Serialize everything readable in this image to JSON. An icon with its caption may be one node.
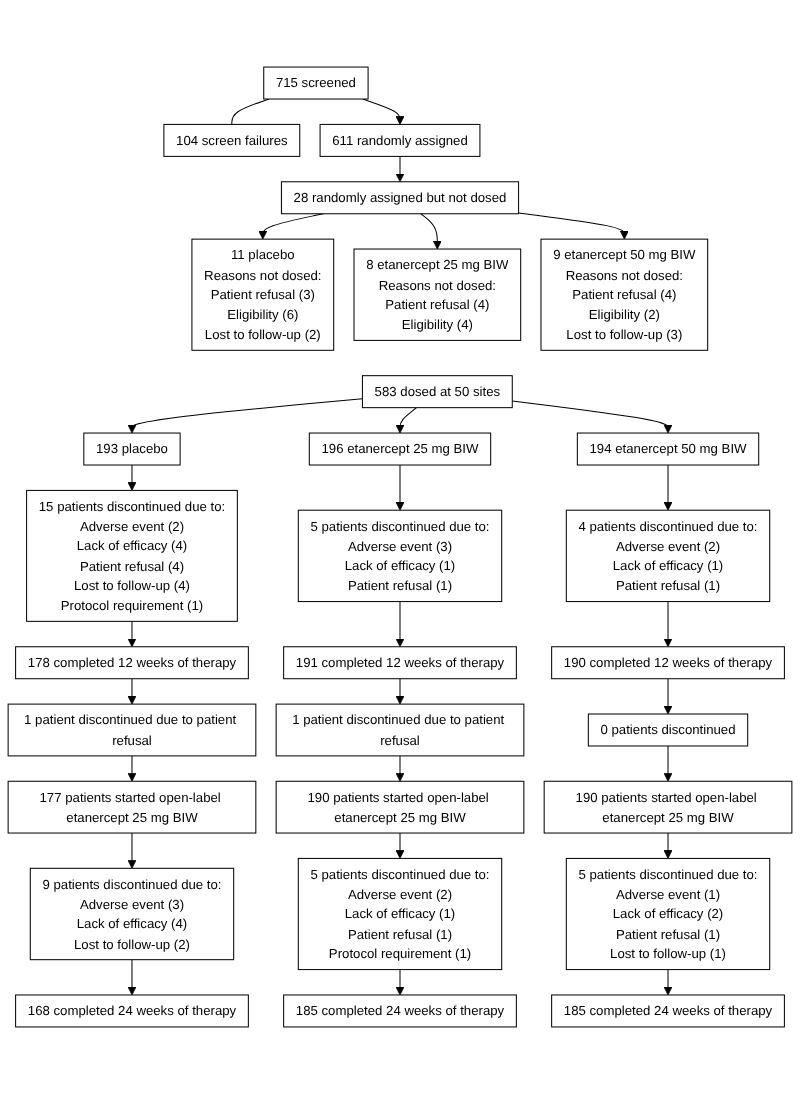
{
  "diagram": {
    "nodes": [
      {
        "text": [
          "715 screened"
        ]
      },
      {
        "text": [
          "104 screen failures"
        ]
      },
      {
        "text": [
          "611 randomly assigned"
        ]
      },
      {
        "text": [
          "28 randomly assigned but not dosed"
        ]
      },
      {
        "text": [
          "11 placebo",
          "Reasons not dosed:",
          "Patient refusal (3)",
          "Eligibility (6)",
          "Lost to follow-up (2)"
        ]
      },
      {
        "text": [
          "8 etanercept 25 mg BIW",
          "Reasons not dosed:",
          "Patient refusal (4)",
          "Eligibility (4)"
        ]
      },
      {
        "text": [
          "9 etanercept 50 mg BIW",
          "Reasons not dosed:",
          "Patient refusal (4)",
          "Eligibility (2)",
          "Lost to follow-up (3)"
        ]
      },
      {
        "text": [
          "583 dosed at 50 sites"
        ]
      },
      {
        "text": [
          "193 placebo"
        ]
      },
      {
        "text": [
          "196 etanercept 25 mg BIW"
        ]
      },
      {
        "text": [
          "194 etanercept 50 mg BIW"
        ]
      },
      {
        "text": [
          "15 patients discontinued due to:",
          "Adverse event (2)",
          "Lack of efficacy (4)",
          "Patient refusal (4)",
          "Lost to follow-up (4)",
          "Protocol requirement (1)"
        ]
      },
      {
        "text": [
          "5 patients discontinued due to:",
          "Adverse event (3)",
          "Lack of efficacy (1)",
          "Patient refusal (1)"
        ]
      },
      {
        "text": [
          "4 patients discontinued due to:",
          "Adverse event (2)",
          "Lack of efficacy (1)",
          "Patient refusal (1)"
        ]
      },
      {
        "text": [
          "178 completed 12 weeks of therapy"
        ]
      },
      {
        "text": [
          "191 completed 12 weeks of therapy"
        ]
      },
      {
        "text": [
          "190 completed 12 weeks of therapy"
        ]
      },
      {
        "text": [
          "1 patient discontinued due to patient refusal"
        ]
      },
      {
        "text": [
          "1 patient discontinued due to patient refusal"
        ]
      },
      {
        "text": [
          "0 patients discontinued"
        ]
      },
      {
        "text": [
          "177 patients started open-label etanercept 25 mg BIW"
        ]
      },
      {
        "text": [
          "190 patients started open-label etanercept 25 mg BIW"
        ]
      },
      {
        "text": [
          "190 patients started open-label etanercept 25 mg BIW"
        ]
      },
      {
        "text": [
          "9 patients discontinued due to:",
          "Adverse event (3)",
          "Lack of efficacy (4)",
          "Lost to follow-up (2)"
        ]
      },
      {
        "text": [
          "5 patients discontinued due to:",
          "Adverse event (2)",
          "Lack of efficacy (1)",
          "Patient refusal (1)",
          "Protocol requirement (1)"
        ]
      },
      {
        "text": [
          "5 patients discontinued due to:",
          "Adverse event (1)",
          "Lack of efficacy (2)",
          "Patient refusal (1)",
          "Lost to follow-up (1)"
        ]
      },
      {
        "text": [
          "168 completed 24 weeks of therapy"
        ]
      },
      {
        "text": [
          "185 completed 24 weeks of therapy"
        ]
      },
      {
        "text": [
          "185 completed 24 weeks of therapy"
        ]
      }
    ],
    "edges": [
      {
        "from": 0,
        "to": 1,
        "arrow": "none"
      },
      {
        "from": 0,
        "to": 2,
        "arrow": "to"
      },
      {
        "from": 2,
        "to": 3,
        "arrow": "to"
      },
      {
        "from": 3,
        "to": 4,
        "arrow": "to"
      },
      {
        "from": 3,
        "to": 5,
        "arrow": "to"
      },
      {
        "from": 3,
        "to": 6,
        "arrow": "to"
      },
      {
        "from": 7,
        "to": 8,
        "arrow": "to"
      },
      {
        "from": 7,
        "to": 9,
        "arrow": "to"
      },
      {
        "from": 7,
        "to": 10,
        "arrow": "to"
      },
      {
        "from": 8,
        "to": 11,
        "arrow": "to"
      },
      {
        "from": 9,
        "to": 12,
        "arrow": "to"
      },
      {
        "from": 10,
        "to": 13,
        "arrow": "to"
      },
      {
        "from": 11,
        "to": 14,
        "arrow": "to"
      },
      {
        "from": 12,
        "to": 15,
        "arrow": "to"
      },
      {
        "from": 13,
        "to": 16,
        "arrow": "to"
      },
      {
        "from": 14,
        "to": 17,
        "arrow": "to"
      },
      {
        "from": 15,
        "to": 18,
        "arrow": "to"
      },
      {
        "from": 16,
        "to": 19,
        "arrow": "to"
      },
      {
        "from": 17,
        "to": 20,
        "arrow": "to"
      },
      {
        "from": 18,
        "to": 21,
        "arrow": "to"
      },
      {
        "from": 19,
        "to": 22,
        "arrow": "to"
      },
      {
        "from": 20,
        "to": 23,
        "arrow": "to"
      },
      {
        "from": 21,
        "to": 24,
        "arrow": "to"
      },
      {
        "from": 22,
        "to": 25,
        "arrow": "to"
      },
      {
        "from": 23,
        "to": 26,
        "arrow": "to"
      },
      {
        "from": 24,
        "to": 27,
        "arrow": "to"
      },
      {
        "from": 25,
        "to": 28,
        "arrow": "to"
      }
    ]
  }
}
